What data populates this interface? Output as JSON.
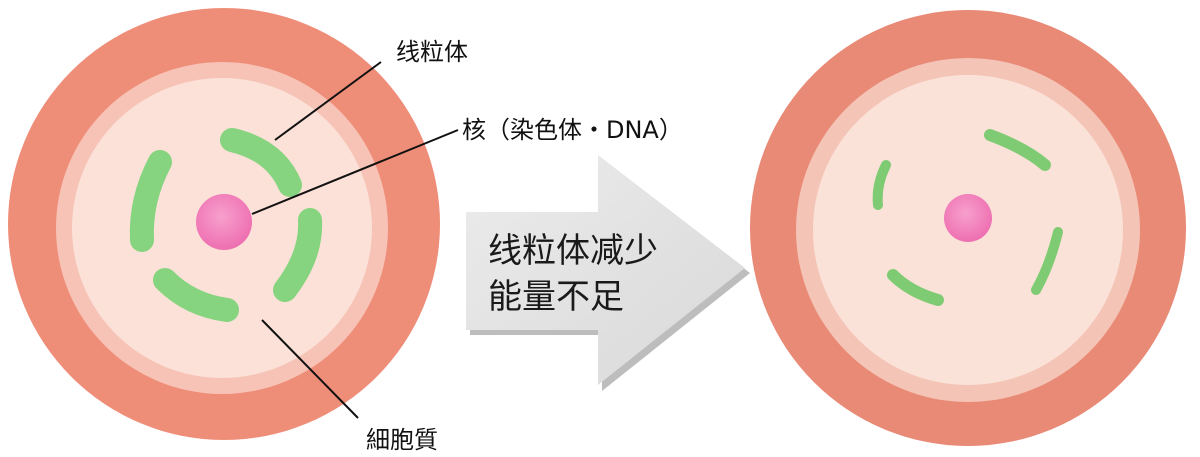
{
  "labels": {
    "mitochondria": "线粒体",
    "nucleus": "核（染色体・DNA）",
    "cytoplasm": "細胞質"
  },
  "arrow": {
    "line1": "线粒体减少",
    "line2": "能量不足"
  },
  "colors": {
    "cell_wall": "#ef8e78",
    "ring": "#f6c7bb",
    "cytoplasm": "#fbe0d6",
    "mitochondria": "#7fd27a",
    "nucleus": "#f07ab8",
    "arrow": "#e4e4e4"
  }
}
